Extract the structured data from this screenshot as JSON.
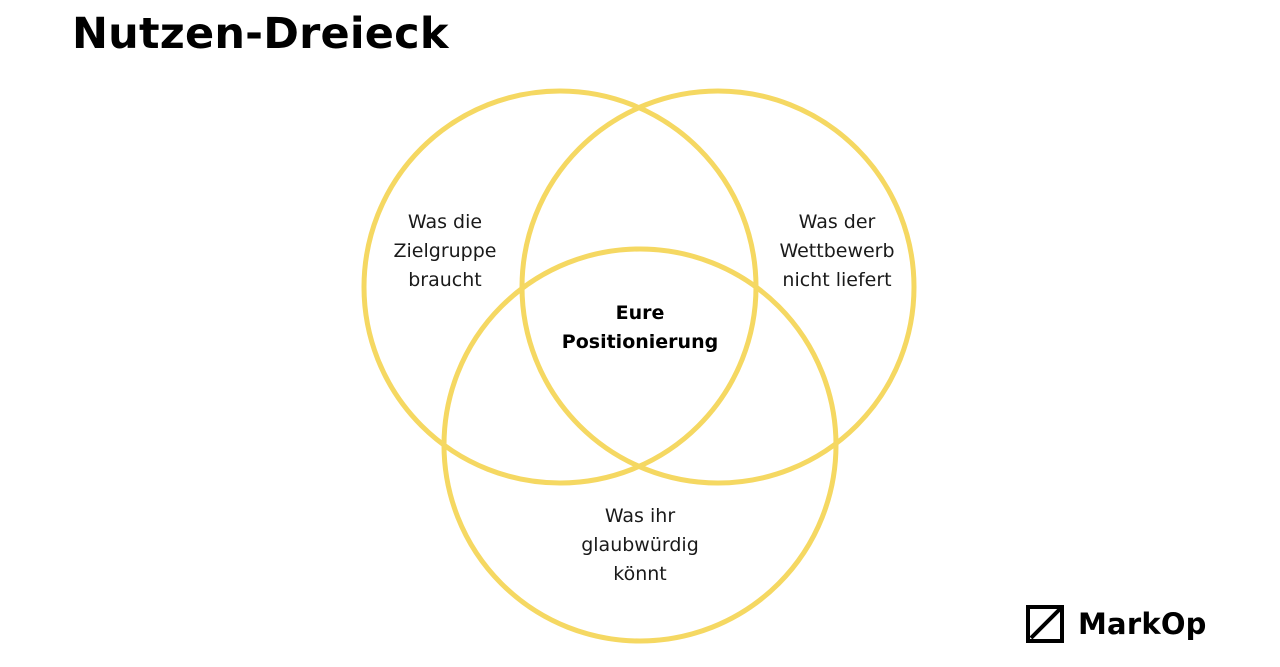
{
  "title": "Nutzen-Dreieck",
  "colors": {
    "circle_stroke": "#F5D862",
    "title": "#000000",
    "text": "#1a1a1a"
  },
  "diagram": {
    "type": "venn-3",
    "circles": [
      {
        "id": "zielgruppe",
        "label_lines": [
          "Was die",
          "Zielgruppe",
          "braucht"
        ]
      },
      {
        "id": "wettbewerb",
        "label_lines": [
          "Was der",
          "Wettbewerb",
          "nicht liefert"
        ]
      },
      {
        "id": "glaubwuerdig",
        "label_lines": [
          "Was ihr",
          "glaubwürdig",
          "könnt"
        ]
      }
    ],
    "intersection": {
      "label_lines": [
        "Eure",
        "Positionierung"
      ]
    }
  },
  "brand": {
    "name": "MarkOp",
    "logo_icon": "markop-logo-icon"
  }
}
